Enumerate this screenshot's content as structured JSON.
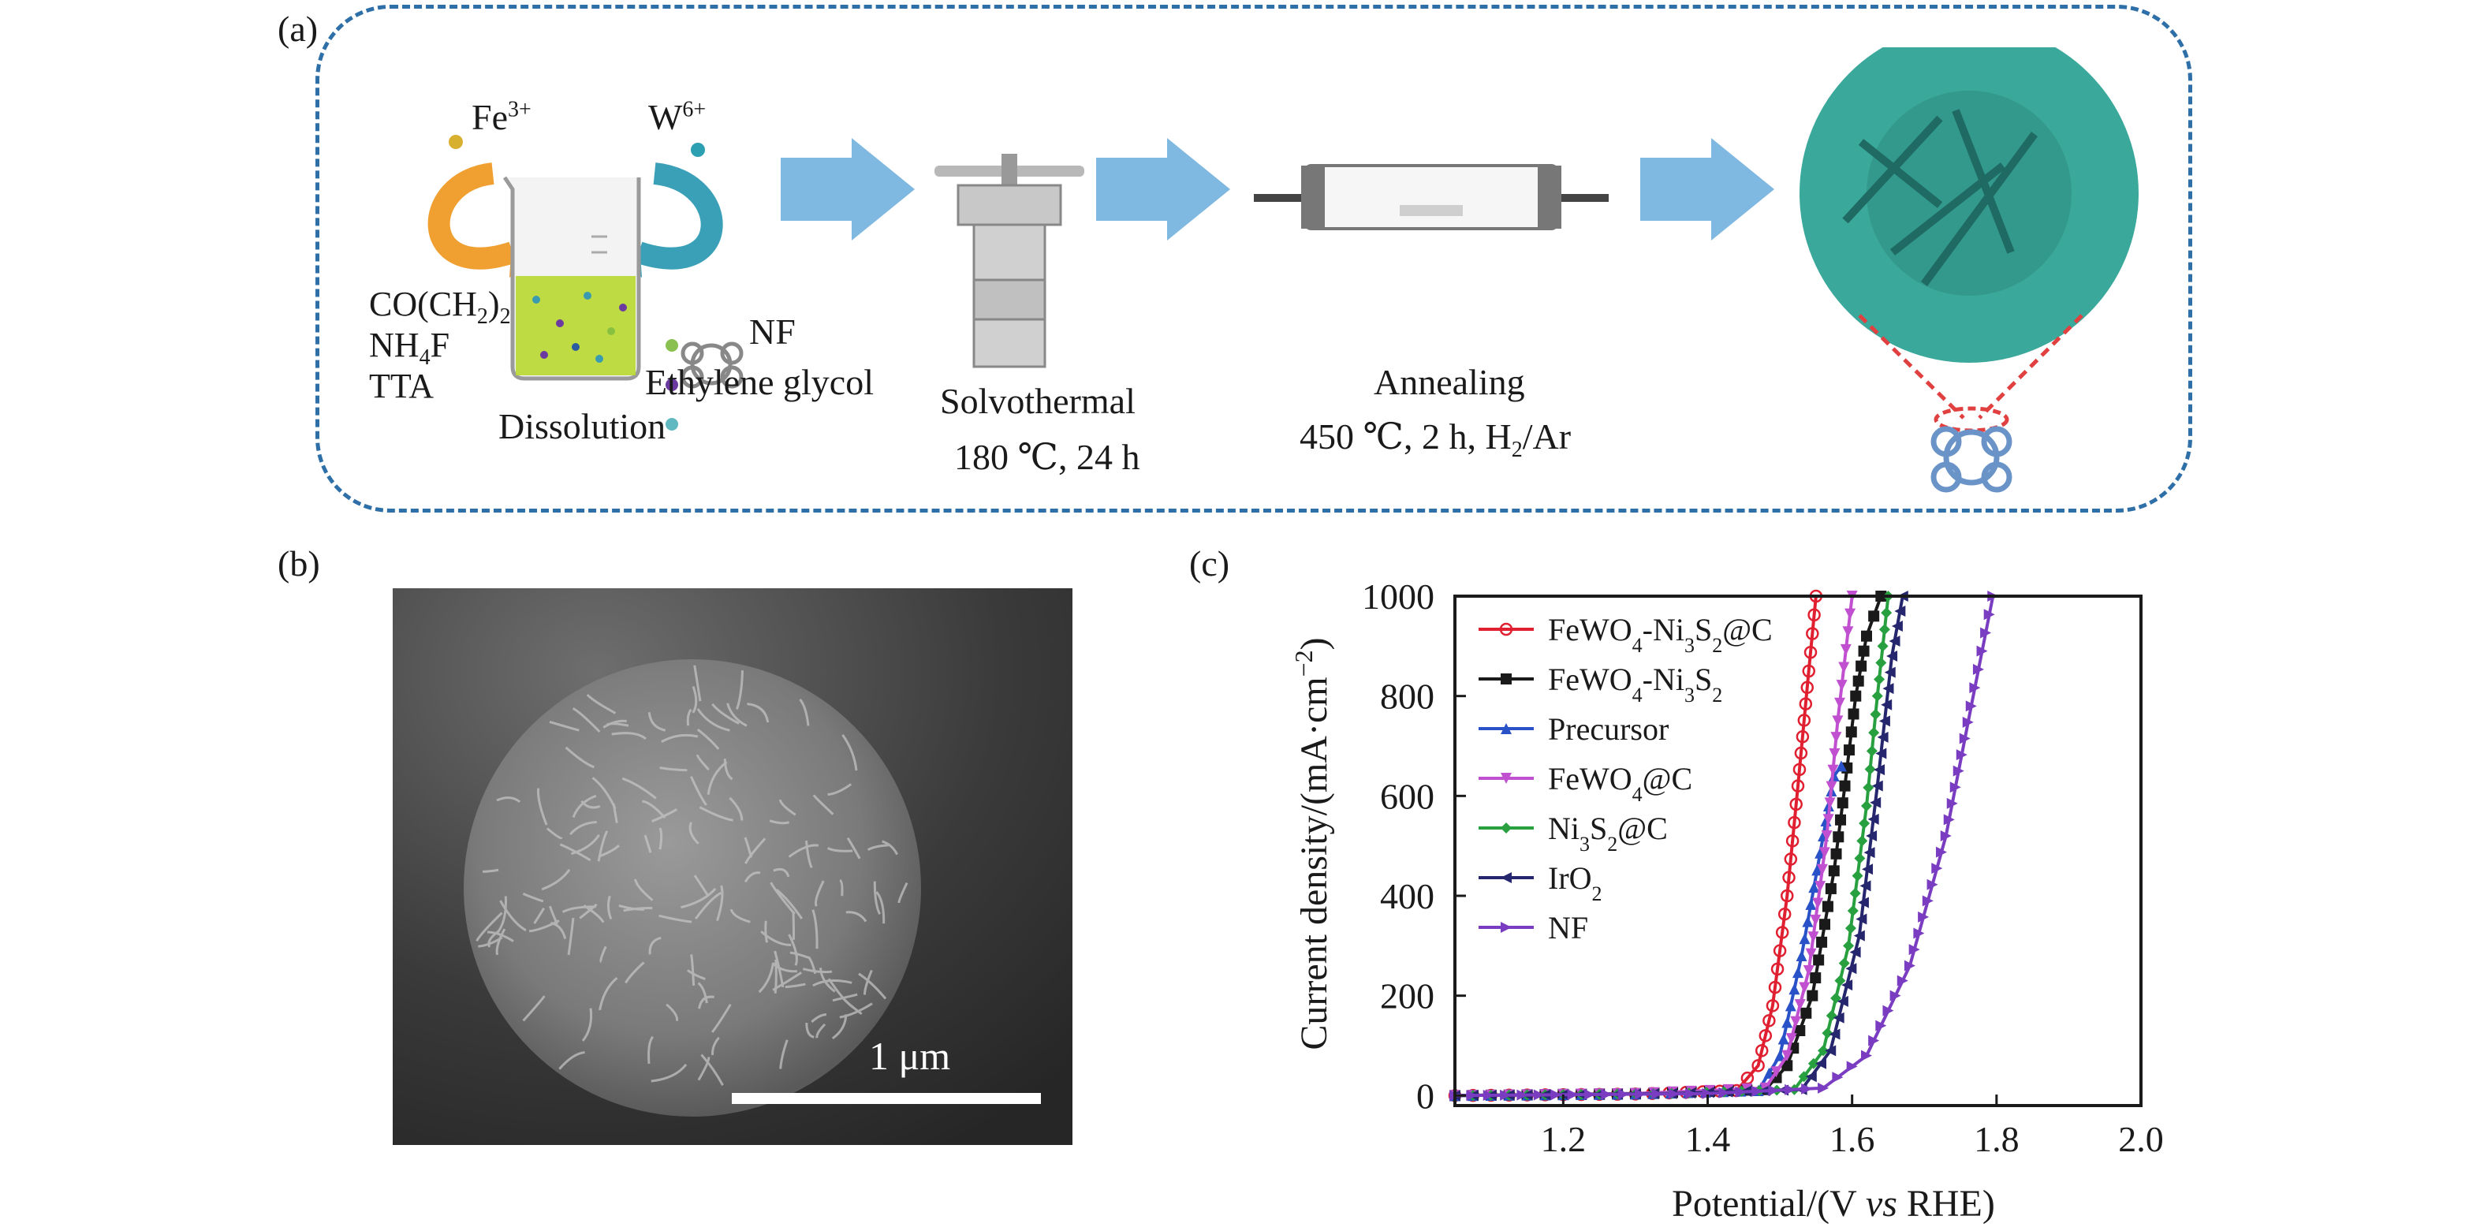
{
  "panels": {
    "a": "(a)",
    "b": "(b)",
    "c": "(c)"
  },
  "scheme": {
    "ion1": "Fe",
    "ion1_sup": "3+",
    "ion2": "W",
    "ion2_sup": "6+",
    "reagent1_pre": "CO(CH",
    "reagent1_sub": "2",
    "reagent1_post": ")",
    "reagent1_sub2": "2",
    "reagent2_pre": "NH",
    "reagent2_sub": "4",
    "reagent2_post": "F",
    "reagent3": "TTA",
    "substrate": "NF",
    "solvent": "Ethylene glycol",
    "step1": "Dissolution",
    "step2": "Solvothermal",
    "step2_cond": "180 ℃, 24 h",
    "step3": "Annealing",
    "step3_cond_pre": "450 ℃, 2 h, H",
    "step3_cond_sub": "2",
    "step3_cond_post": "/Ar",
    "colors": {
      "arrow": "#7fb8e0",
      "frame": "#2e6fa8",
      "product": "#3aa89a",
      "orange": "#f0a030",
      "teal": "#3aa0b8"
    }
  },
  "sem": {
    "scale_label": "1 μm"
  },
  "chart_data": {
    "type": "line",
    "xlabel_pre": "Potential/(V ",
    "xlabel_italic": "vs",
    "xlabel_post": " RHE)",
    "ylabel_pre": "Current density/(mA·cm",
    "ylabel_sup": "−2",
    "ylabel_post": ")",
    "xlim": [
      1.05,
      2.0
    ],
    "ylim": [
      -20,
      1000
    ],
    "xticks": [
      "1.2",
      "1.4",
      "1.6",
      "1.8",
      "2.0"
    ],
    "xtick_values": [
      1.2,
      1.4,
      1.6,
      1.8,
      2.0
    ],
    "yticks": [
      "0",
      "200",
      "400",
      "600",
      "800",
      "1000"
    ],
    "ytick_values": [
      0,
      200,
      400,
      600,
      800,
      1000
    ],
    "legend_position": "top-left",
    "series": [
      {
        "name": "FeWO4-Ni3S2@C",
        "label_parts": [
          "FeWO",
          "4",
          "-Ni",
          "3",
          "S",
          "2",
          "@C"
        ],
        "color": "#e02030",
        "marker": "circle",
        "x": [
          1.05,
          1.3,
          1.44,
          1.47,
          1.49,
          1.51,
          1.525,
          1.54,
          1.55
        ],
        "y": [
          0,
          3,
          10,
          60,
          180,
          400,
          620,
          850,
          1000
        ]
      },
      {
        "name": "FeWO4-Ni3S2",
        "label_parts": [
          "FeWO",
          "4",
          "-Ni",
          "3",
          "S",
          "2",
          ""
        ],
        "color": "#1a1a1a",
        "marker": "square",
        "x": [
          1.05,
          1.3,
          1.48,
          1.51,
          1.545,
          1.575,
          1.59,
          1.605,
          1.62,
          1.64
        ],
        "y": [
          0,
          4,
          12,
          60,
          200,
          450,
          620,
          800,
          920,
          1000
        ]
      },
      {
        "name": "Precursor",
        "label_parts": [
          "Precursor"
        ],
        "color": "#2a52c8",
        "marker": "triangle-up",
        "x": [
          1.05,
          1.3,
          1.47,
          1.5,
          1.53,
          1.56,
          1.575,
          1.585
        ],
        "y": [
          0,
          3,
          10,
          80,
          280,
          520,
          640,
          660
        ]
      },
      {
        "name": "FeWO4@C",
        "label_parts": [
          "FeWO",
          "4",
          "@C"
        ],
        "color": "#c050d0",
        "marker": "triangle-down",
        "x": [
          1.05,
          1.3,
          1.48,
          1.51,
          1.54,
          1.565,
          1.58,
          1.6
        ],
        "y": [
          0,
          4,
          15,
          80,
          250,
          520,
          750,
          1000
        ]
      },
      {
        "name": "Ni3S2@C",
        "label_parts": [
          "Ni",
          "3",
          "S",
          "2",
          "@C"
        ],
        "color": "#28a040",
        "marker": "diamond",
        "x": [
          1.05,
          1.35,
          1.52,
          1.56,
          1.595,
          1.62,
          1.635,
          1.65
        ],
        "y": [
          0,
          4,
          12,
          90,
          300,
          580,
          800,
          1000
        ]
      },
      {
        "name": "IrO2",
        "label_parts": [
          "IrO",
          "2"
        ],
        "color": "#26266e",
        "marker": "triangle-left",
        "x": [
          1.05,
          1.35,
          1.53,
          1.57,
          1.61,
          1.635,
          1.655,
          1.67
        ],
        "y": [
          0,
          4,
          12,
          90,
          320,
          620,
          880,
          1000
        ]
      },
      {
        "name": "NF",
        "label_parts": [
          "NF"
        ],
        "color": "#7a3cc0",
        "marker": "triangle-right",
        "x": [
          1.05,
          1.4,
          1.56,
          1.62,
          1.68,
          1.73,
          1.765,
          1.795
        ],
        "y": [
          0,
          4,
          15,
          80,
          260,
          520,
          780,
          1000
        ]
      }
    ]
  }
}
